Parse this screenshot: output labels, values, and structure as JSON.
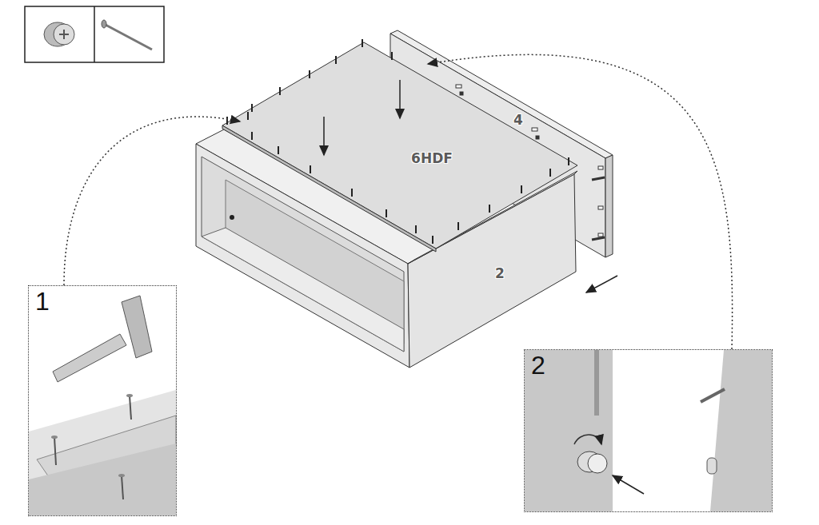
{
  "diagram": {
    "nodes": [
      {
        "text": [
          "1"
        ]
      },
      {
        "text": [
          "2"
        ]
      }
    ],
    "labels": [
      "6HDF",
      "4",
      "2"
    ]
  }
}
